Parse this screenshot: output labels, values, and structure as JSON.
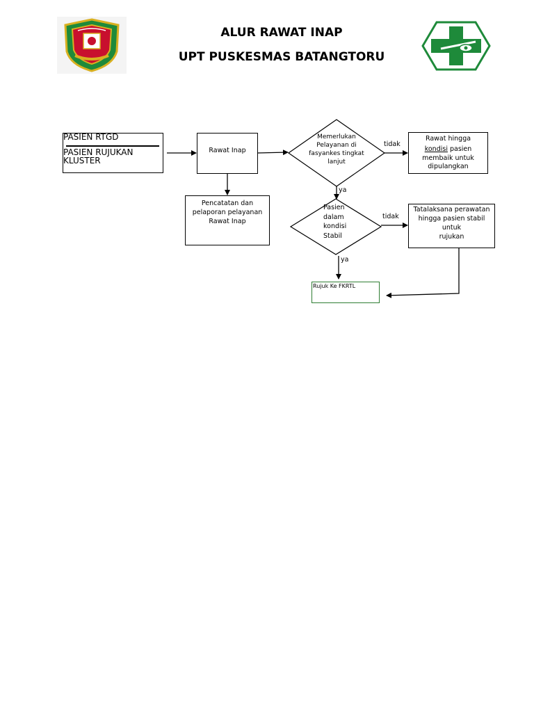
{
  "header": {
    "title_line1": "ALUR RAWAT INAP",
    "title_line2": "UPT PUSKESMAS BATANGTORU"
  },
  "nodes": {
    "start_line1": "PASIEN RTGD",
    "start_line2": "PASIEN RUJUKAN",
    "start_line3": "KLUSTER",
    "rawat_inap": "Rawat Inap",
    "decision1_l1": "Memerlukan",
    "decision1_l2": "Pelayanan di",
    "decision1_l3": "fasyankes tingkat",
    "decision1_l4": "lanjut",
    "rawat_hingga_l1": "Rawat hingga",
    "rawat_hingga_l2a": "kondisi",
    "rawat_hingga_l2b": " pasien",
    "rawat_hingga_l3": "membaik untuk",
    "rawat_hingga_l4": "dipulangkan",
    "pencatatan_l1": "Pencatatan dan",
    "pencatatan_l2": "pelaporan pelayanan",
    "pencatatan_l3": "Rawat Inap",
    "decision2_l1": "Pasien",
    "decision2_l2": "dalam",
    "decision2_l3": "kondisi",
    "decision2_l4": "Stabil",
    "tatalaksana_l1": "Tatalaksana perawatan",
    "tatalaksana_l2": "hingga pasien stabil untuk",
    "tatalaksana_l3": "rujukan",
    "rujuk": "Rujuk Ke FKRTL"
  },
  "edge_labels": {
    "tidak_1": "tidak",
    "ya_1": "ya",
    "tidak_2": "tidak",
    "ya_2": "ya"
  },
  "colors": {
    "logo_green": "#1e8a3a",
    "logo_red": "#c8102e",
    "logo_gold": "#d8b020",
    "rujuk_border": "#2e7d32"
  },
  "icons": {
    "left_logo": "regional-emblem-shield",
    "right_logo": "puskesmas-cross-logo"
  }
}
